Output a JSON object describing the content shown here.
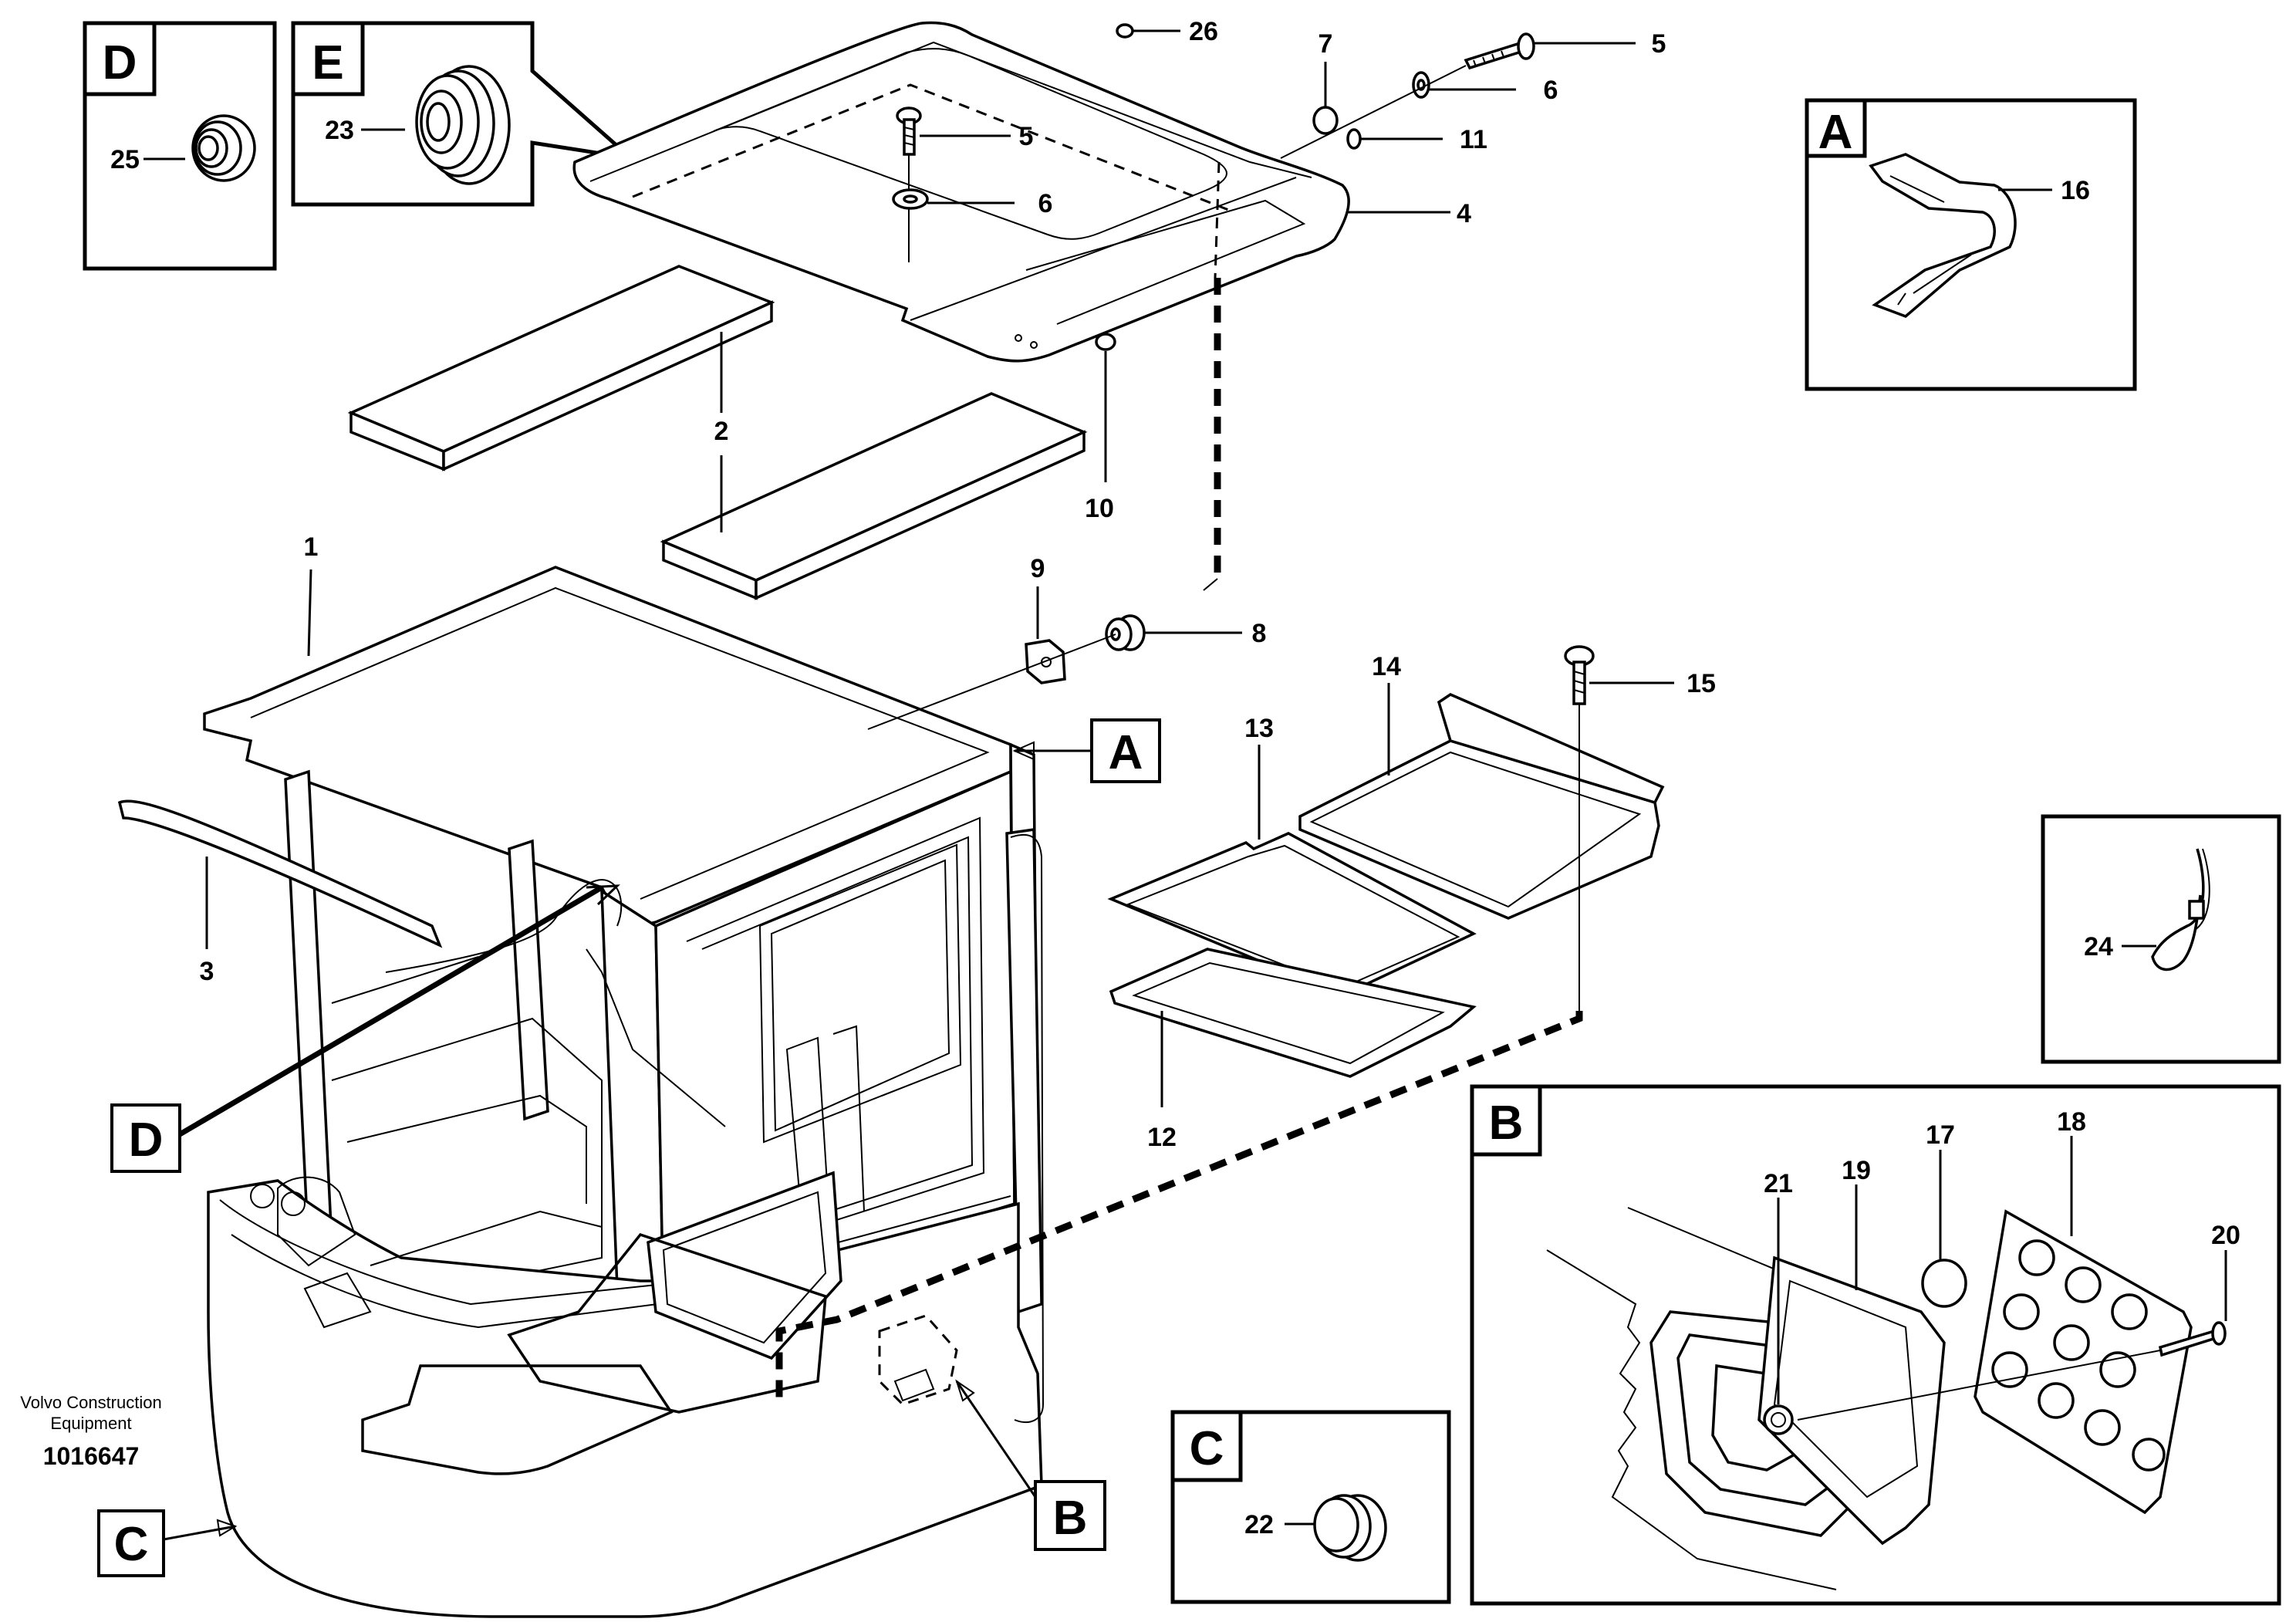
{
  "brand": {
    "line1": "Volvo Construction",
    "line2": "Equipment",
    "code": "1016647"
  },
  "callouts": {
    "c1": "1",
    "c2": "2",
    "c3": "3",
    "c4": "4",
    "c5a": "5",
    "c5b": "5",
    "c6a": "6",
    "c6b": "6",
    "c7": "7",
    "c8": "8",
    "c9": "9",
    "c10": "10",
    "c11": "11",
    "c12": "12",
    "c13": "13",
    "c14": "14",
    "c15": "15",
    "c16": "16",
    "c17": "17",
    "c18": "18",
    "c19": "19",
    "c20": "20",
    "c21": "21",
    "c22": "22",
    "c23": "23",
    "c24": "24",
    "c25": "25",
    "c26": "26"
  },
  "details": {
    "A": "A",
    "B": "B",
    "C": "C",
    "D": "D",
    "E": "E",
    "ref_A": "A",
    "ref_B": "B",
    "ref_C": "C",
    "ref_D": "D"
  }
}
